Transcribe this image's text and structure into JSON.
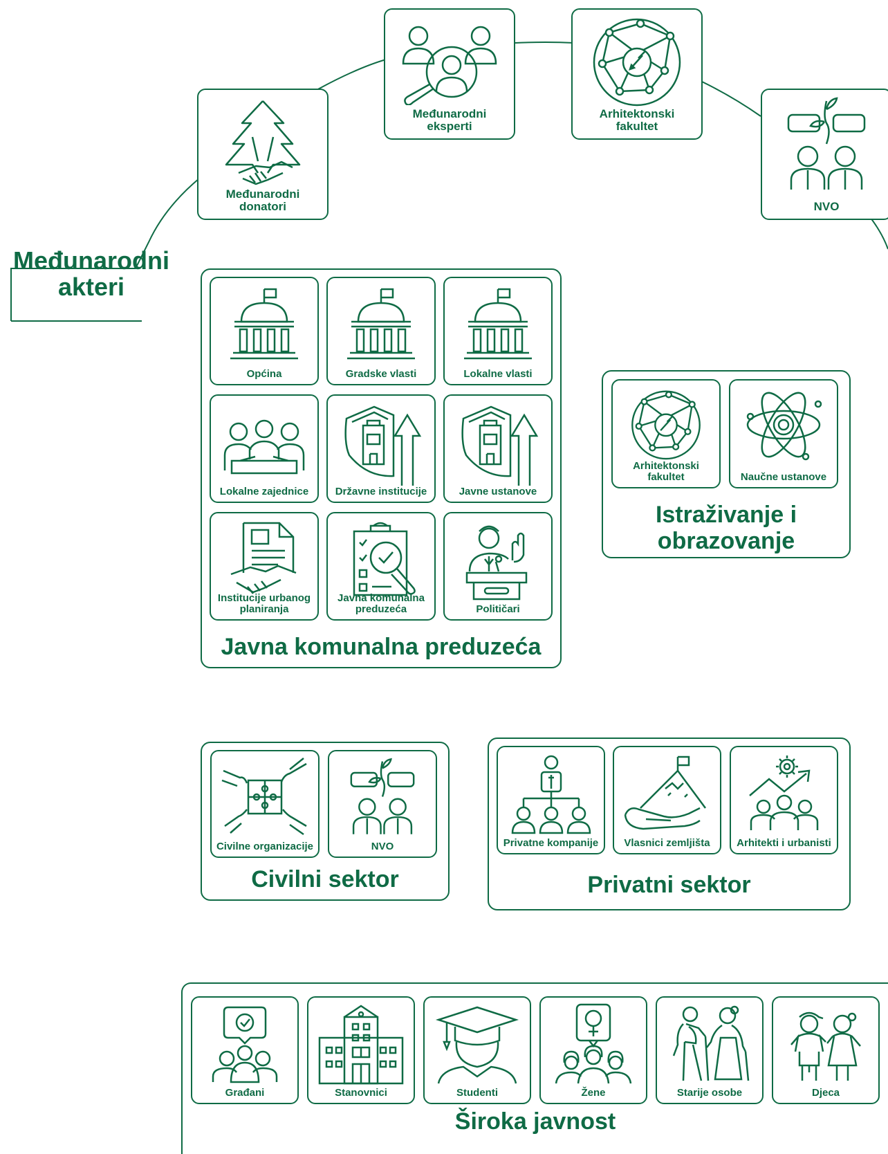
{
  "international": {
    "title": "Međunarodni akteri",
    "title_line1": "Međunarodni",
    "title_line2": "akteri",
    "nodes": [
      {
        "label1": "Međunarodni",
        "label2": "donatori",
        "icon": "handshake-trees-icon"
      },
      {
        "label1": "Međunarodni",
        "label2": "eksperti",
        "icon": "experts-magnifier-icon"
      },
      {
        "label1": "Arhitektonski",
        "label2": "fakultet",
        "icon": "network-globe-icon"
      },
      {
        "label1": "NVO",
        "label2": "",
        "icon": "ngo-people-icon"
      }
    ]
  },
  "public_sector": {
    "title": "Javna komunalna preduzeća",
    "items": [
      {
        "label1": "Općina",
        "label2": "",
        "icon": "government-building-icon"
      },
      {
        "label1": "Gradske vlasti",
        "label2": "",
        "icon": "government-building-icon"
      },
      {
        "label1": "Lokalne vlasti",
        "label2": "",
        "icon": "government-building-icon"
      },
      {
        "label1": "Lokalne zajednice",
        "label2": "",
        "icon": "community-meeting-icon"
      },
      {
        "label1": "Državne institucije",
        "label2": "",
        "icon": "shield-building-icon"
      },
      {
        "label1": "Javne ustanove",
        "label2": "",
        "icon": "shield-building-icon"
      },
      {
        "label1": "Institucije urbanog",
        "label2": "planiranja",
        "icon": "document-handshake-icon"
      },
      {
        "label1": "Javna komunalna",
        "label2": "preduzeća",
        "icon": "clipboard-magnifier-icon"
      },
      {
        "label1": "Političari",
        "label2": "",
        "icon": "politician-podium-icon"
      }
    ]
  },
  "research": {
    "title_line1": "Istraživanje i",
    "title_line2": "obrazovanje",
    "items": [
      {
        "label1": "Arhitektonski",
        "label2": "fakultet",
        "icon": "network-globe-icon"
      },
      {
        "label1": "Naučne ustanove",
        "label2": "",
        "icon": "atom-icon"
      }
    ]
  },
  "civil": {
    "title": "Civilni sektor",
    "items": [
      {
        "label1": "Civilne organizacije",
        "label2": "",
        "icon": "puzzle-hands-icon"
      },
      {
        "label1": "NVO",
        "label2": "",
        "icon": "ngo-people-icon"
      }
    ]
  },
  "private": {
    "title": "Privatni sektor",
    "items": [
      {
        "label1": "Privatne kompanije",
        "label2": "",
        "icon": "org-chart-icon"
      },
      {
        "label1": "Vlasnici zemljišta",
        "label2": "",
        "icon": "land-hand-icon"
      },
      {
        "label1": "Arhitekti i urbanisti",
        "label2": "",
        "icon": "gear-growth-team-icon"
      }
    ]
  },
  "public": {
    "title": "Široka javnost",
    "items": [
      {
        "label1": "Građani",
        "label2": "",
        "icon": "citizens-check-icon"
      },
      {
        "label1": "Stanovnici",
        "label2": "",
        "icon": "apartment-building-icon"
      },
      {
        "label1": "Studenti",
        "label2": "",
        "icon": "graduate-icon"
      },
      {
        "label1": "Žene",
        "label2": "",
        "icon": "women-symbol-icon"
      },
      {
        "label1": "Starije osobe",
        "label2": "",
        "icon": "elderly-couple-icon"
      },
      {
        "label1": "Djeca",
        "label2": "",
        "icon": "children-icon"
      }
    ]
  },
  "colors": {
    "primary": "#0f6b45",
    "background": "#ffffff"
  }
}
